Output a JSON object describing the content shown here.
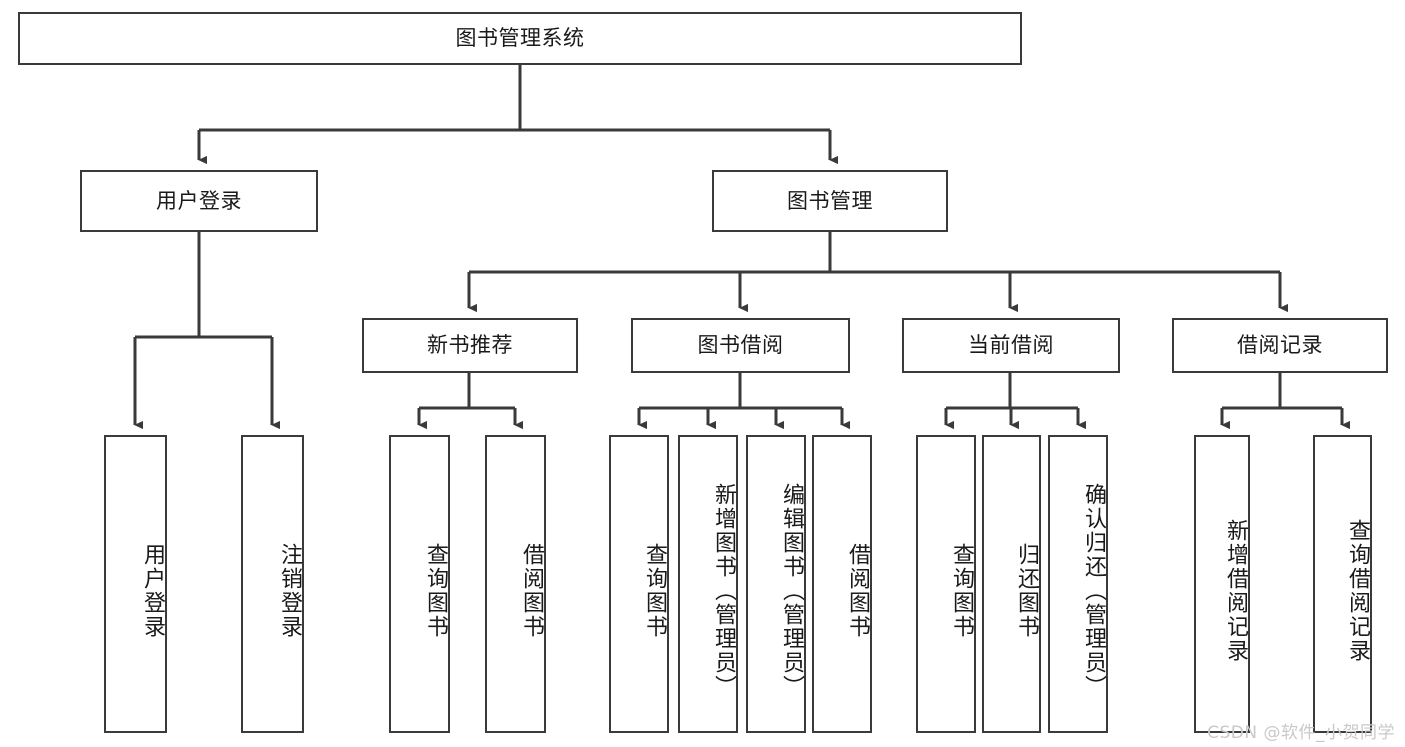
{
  "diagram": {
    "title": "图书管理系统",
    "type": "hierarchy-tree",
    "watermark": "CSDN @软件_小贺同学",
    "colors": {
      "box_border": "#3a3a3a",
      "box_fill": "#ffffff",
      "connector": "#3a3a3a",
      "text": "#1a1a1a",
      "watermark": "#c9c9c9"
    },
    "levels": {
      "level1": {
        "root": {
          "label": "图书管理系统"
        }
      },
      "level2": [
        {
          "label": "用户登录"
        },
        {
          "label": "图书管理"
        }
      ],
      "level3": [
        {
          "label": "新书推荐"
        },
        {
          "label": "图书借阅"
        },
        {
          "label": "当前借阅"
        },
        {
          "label": "借阅记录"
        }
      ],
      "level4": {
        "user_login": [
          {
            "label": "用户登录"
          },
          {
            "label": "注销登录"
          }
        ],
        "new_book_recommend": [
          {
            "label": "查询图书"
          },
          {
            "label": "借阅图书"
          }
        ],
        "book_borrow": [
          {
            "label": "查询图书"
          },
          {
            "label": "新增图书（管理员）"
          },
          {
            "label": "编辑图书（管理员）"
          },
          {
            "label": "借阅图书"
          }
        ],
        "current_borrow": [
          {
            "label": "查询图书"
          },
          {
            "label": "归还图书"
          },
          {
            "label": "确认归还（管理员）"
          }
        ],
        "borrow_records": [
          {
            "label": "新增借阅记录"
          },
          {
            "label": "查询借阅记录"
          }
        ]
      }
    }
  }
}
